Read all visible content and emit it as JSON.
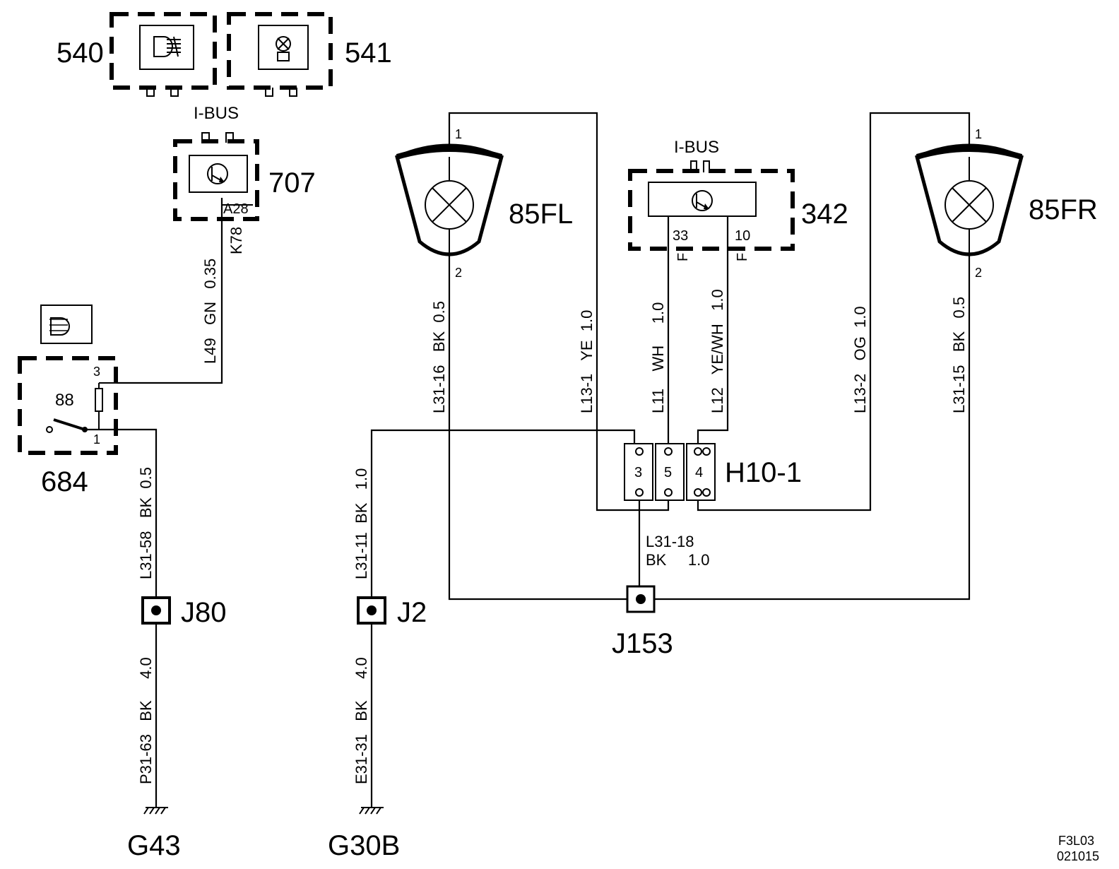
{
  "components": {
    "c540": "540",
    "c541": "541",
    "c707": "707",
    "c707_pin": "A28",
    "c684": "684",
    "c684_inner": "88",
    "c684_pin3": "3",
    "c684_pin1": "1",
    "c85fl": "85FL",
    "c85fl_pin1": "1",
    "c85fl_pin2": "2",
    "c85fr": "85FR",
    "c85fr_pin1": "1",
    "c85fr_pin2": "2",
    "c342": "342",
    "c342_pin33": "33",
    "c342_pin10": "10",
    "c342_f1": "F",
    "c342_f2": "F",
    "h10": "H10-1",
    "h10_pin3": "3",
    "h10_pin5": "5",
    "h10_pin4": "4",
    "j80": "J80",
    "j2": "J2",
    "j153": "J153",
    "g43": "G43",
    "g30b": "G30B"
  },
  "buses": {
    "ibus_top": "I-BUS",
    "ibus_342": "I-BUS"
  },
  "wires": {
    "w_k78": "K78",
    "w_l49": "L49   GN   0.35",
    "w_l31_58": "L31-58   BK  0.5",
    "w_p31_63": "P31-63   BK     4.0",
    "w_l31_11": "L31-11  BK   1.0",
    "w_e31_31": "E31-31   BK     4.0",
    "w_l31_16": "L31-16   BK  0.5",
    "w_l13_1": "L13-1   YE  1.0",
    "w_l11": "L11    WH     1.0",
    "w_l12": "L12   YE/WH   1.0",
    "w_l13_2": "L13-2   OG  1.0",
    "w_l31_15": "L31-15   BK   0.5",
    "w_l31_18_a": "L31-18",
    "w_l31_18_b": "BK     1.0"
  },
  "reference": {
    "code": "F3L03",
    "date": "021015"
  }
}
